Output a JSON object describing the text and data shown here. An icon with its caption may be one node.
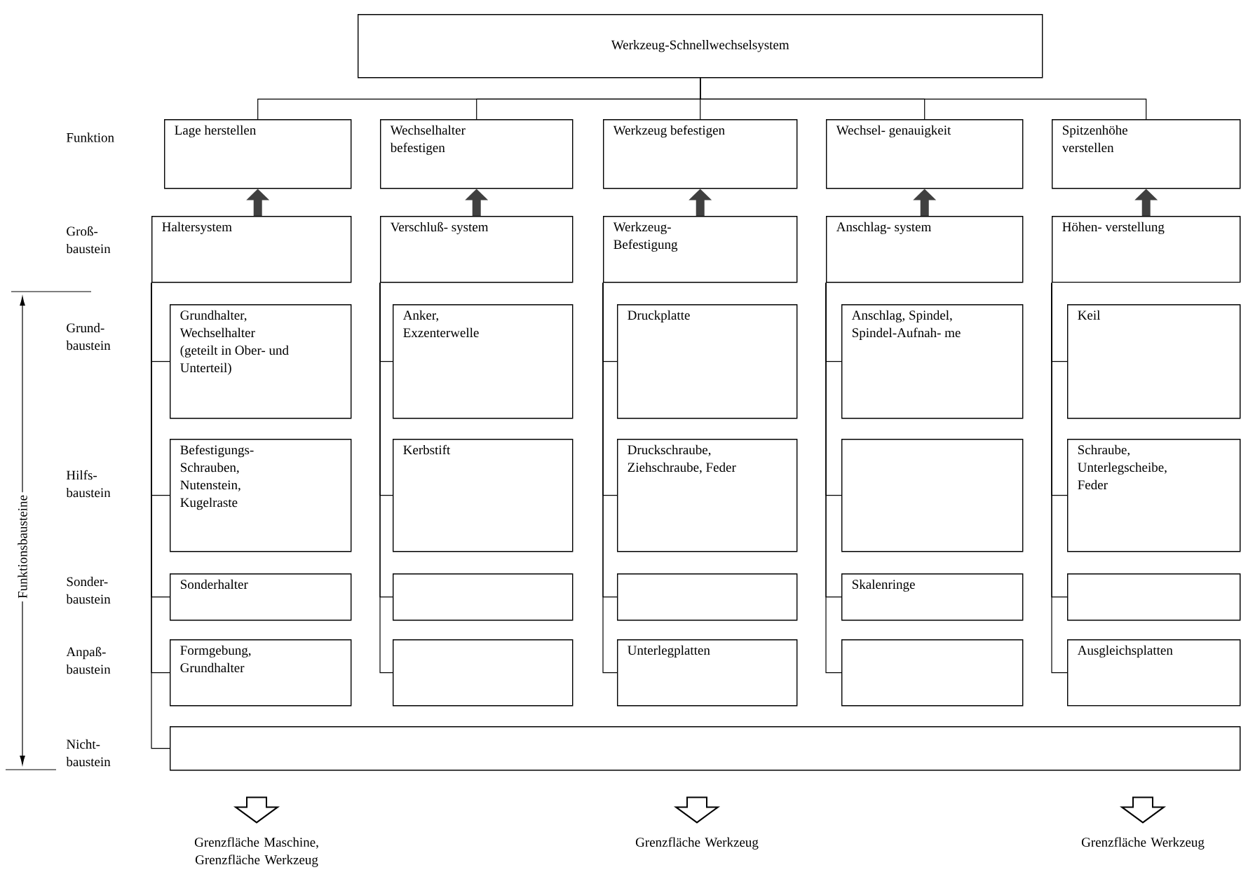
{
  "diagram": {
    "nodes": [
      {
        "text": [
          "Werkzeug-Schnellwechselsystem"
        ]
      },
      {
        "text": [
          "Lage herstellen"
        ]
      },
      {
        "text": [
          "Wechselhalter befestigen"
        ]
      },
      {
        "text": [
          "Werkzeug befestigen"
        ]
      },
      {
        "text": [
          "Wechsel- genauigkeit"
        ]
      },
      {
        "text": [
          "Spitzenhöhe verstellen"
        ]
      },
      {
        "text": [
          "Haltersystem"
        ]
      },
      {
        "text": [
          "Verschluß- system"
        ]
      },
      {
        "text": [
          "Werkzeug- Befestigung"
        ]
      },
      {
        "text": [
          "Anschlag- system"
        ]
      },
      {
        "text": [
          "Höhen- verstellung"
        ]
      },
      {
        "text": [
          "Grundhalter, Wechselhalter (geteilt in Ober- und Unterteil)"
        ]
      },
      {
        "text": [
          "Anker, Exzenterwelle"
        ]
      },
      {
        "text": [
          "Druckplatte"
        ]
      },
      {
        "text": [
          "Anschlag, Spindel, Spindel-Aufnah- me"
        ]
      },
      {
        "text": [
          "Keil"
        ]
      },
      {
        "text": [
          "Befestigungs- Schrauben, Nutenstein, Kugelraste"
        ]
      },
      {
        "text": [
          "Kerbstift"
        ]
      },
      {
        "text": [
          "Druckschraube, Ziehschraube, Feder"
        ]
      },
      {
        "text": [],
        "shape": "box"
      },
      {
        "text": [
          "Schraube, Unterlegscheibe, Feder"
        ]
      },
      {
        "text": [
          "Sonderhalter"
        ]
      },
      {
        "text": [],
        "shape": "box"
      },
      {
        "text": [],
        "shape": "box"
      },
      {
        "text": [
          "Skalenringe"
        ]
      },
      {
        "text": [],
        "shape": "box"
      },
      {
        "text": [
          "Formgebung, Grundhalter"
        ]
      },
      {
        "text": [],
        "shape": "box"
      },
      {
        "text": [
          "Unterlegplatten"
        ]
      },
      {
        "text": [],
        "shape": "box"
      },
      {
        "text": [
          "Ausgleichsplatten"
        ]
      },
      {
        "text": [],
        "shape": "box"
      },
      {
        "text": [
          "Grenzfläche Maschine, Grenzfläche Werkzeug"
        ]
      },
      {
        "text": [
          "Grenzfläche Werkzeug"
        ]
      },
      {
        "text": [
          "Grenzfläche Werkzeug"
        ]
      }
    ],
    "edges": [
      {
        "from": 0,
        "to": 1,
        "arrow": "none"
      },
      {
        "from": 0,
        "to": 2,
        "arrow": "none"
      },
      {
        "from": 0,
        "to": 3,
        "arrow": "none"
      },
      {
        "from": 0,
        "to": 4,
        "arrow": "none"
      },
      {
        "from": 0,
        "to": 5,
        "arrow": "none"
      },
      {
        "from": 6,
        "to": 1,
        "arrow": "to",
        "style": "thick"
      },
      {
        "from": 7,
        "to": 2,
        "arrow": "to",
        "style": "thick"
      },
      {
        "from": 8,
        "to": 3,
        "arrow": "to",
        "style": "thick"
      },
      {
        "from": 9,
        "to": 4,
        "arrow": "to",
        "style": "thick"
      },
      {
        "from": 10,
        "to": 5,
        "arrow": "to",
        "style": "thick"
      },
      {
        "from": 6,
        "to": 11,
        "arrow": "none"
      },
      {
        "from": 6,
        "to": 16,
        "arrow": "none"
      },
      {
        "from": 6,
        "to": 21,
        "arrow": "none"
      },
      {
        "from": 6,
        "to": 26,
        "arrow": "none"
      },
      {
        "from": 6,
        "to": 31,
        "arrow": "none"
      },
      {
        "from": 7,
        "to": 12,
        "arrow": "none"
      },
      {
        "from": 7,
        "to": 17,
        "arrow": "none"
      },
      {
        "from": 7,
        "to": 22,
        "arrow": "none"
      },
      {
        "from": 7,
        "to": 27,
        "arrow": "none"
      },
      {
        "from": 8,
        "to": 13,
        "arrow": "none"
      },
      {
        "from": 8,
        "to": 18,
        "arrow": "none"
      },
      {
        "from": 8,
        "to": 23,
        "arrow": "none"
      },
      {
        "from": 8,
        "to": 28,
        "arrow": "none"
      },
      {
        "from": 9,
        "to": 14,
        "arrow": "none"
      },
      {
        "from": 9,
        "to": 19,
        "arrow": "none"
      },
      {
        "from": 9,
        "to": 24,
        "arrow": "none"
      },
      {
        "from": 9,
        "to": 29,
        "arrow": "none"
      },
      {
        "from": 10,
        "to": 15,
        "arrow": "none"
      },
      {
        "from": 10,
        "to": 20,
        "arrow": "none"
      },
      {
        "from": 10,
        "to": 25,
        "arrow": "none"
      },
      {
        "from": 10,
        "to": 30,
        "arrow": "none"
      },
      {
        "from": 31,
        "to": 32,
        "arrow": "to"
      },
      {
        "from": 31,
        "to": 33,
        "arrow": "to"
      },
      {
        "from": 31,
        "to": 34,
        "arrow": "to"
      }
    ],
    "labels": [
      "Funktion",
      "Groß- baustein",
      "Funktionsbausteine",
      "Grund- baustein",
      "Hilfs- baustein",
      "Sonder- baustein",
      "Anpaß- baustein",
      "Nicht- baustein"
    ]
  }
}
